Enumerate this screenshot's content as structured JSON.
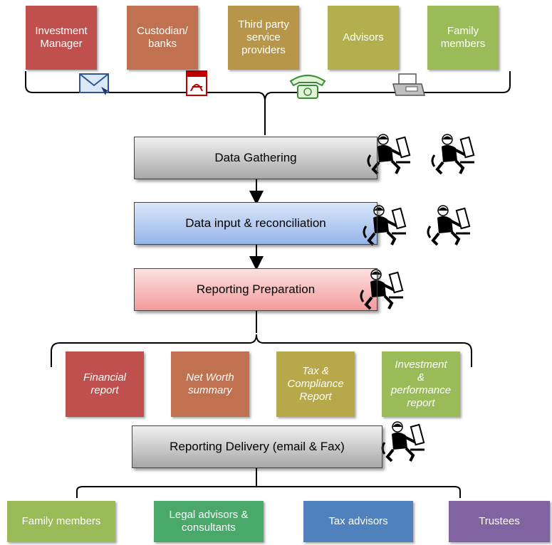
{
  "sources": [
    {
      "label": "Investment\nManager",
      "color": "#c0504d"
    },
    {
      "label": "Custodian/\nbanks",
      "color": "#c0714f"
    },
    {
      "label": "Third party\nservice\nproviders",
      "color": "#b7964a"
    },
    {
      "label": "Advisors",
      "color": "#b2b04e"
    },
    {
      "label": "Family\nmembers",
      "color": "#9bbb59"
    }
  ],
  "source_icons": [
    "email-icon",
    "pdf-icon",
    "telephone-icon",
    "fax-icon"
  ],
  "stages": {
    "gathering": {
      "label": "Data Gathering",
      "gradient": [
        "#f2f2f2",
        "#a6a6a6"
      ]
    },
    "input": {
      "label": "Data input & reconciliation",
      "gradient": [
        "#dbe8fb",
        "#95b3e8"
      ]
    },
    "preparation": {
      "label": "Reporting Preparation",
      "gradient": [
        "#fde2e2",
        "#f29a9a"
      ]
    },
    "delivery": {
      "label": "Reporting Delivery (email & Fax)",
      "gradient": [
        "#f2f2f2",
        "#a6a6a6"
      ]
    }
  },
  "reports": [
    {
      "label": "Financial\nreport",
      "color": "#c0504d"
    },
    {
      "label": "Net Worth\nsummary",
      "color": "#c0714f"
    },
    {
      "label": "Tax &\nCompliance\nReport",
      "color": "#b7a84a"
    },
    {
      "label": "Investment\n&\nperformance\nreport",
      "color": "#9bbb59"
    }
  ],
  "recipients": [
    {
      "label": "Family members",
      "color": "#9bbb59"
    },
    {
      "label": "Legal advisors  &\nconsultants",
      "color": "#4aa86a"
    },
    {
      "label": "Tax advisors",
      "color": "#4f81bd"
    },
    {
      "label": "Trustees",
      "color": "#8064a2"
    }
  ],
  "worker_icons": [
    "worker-icon",
    "worker-icon",
    "worker-icon",
    "worker-icon",
    "worker-icon",
    "worker-icon"
  ]
}
